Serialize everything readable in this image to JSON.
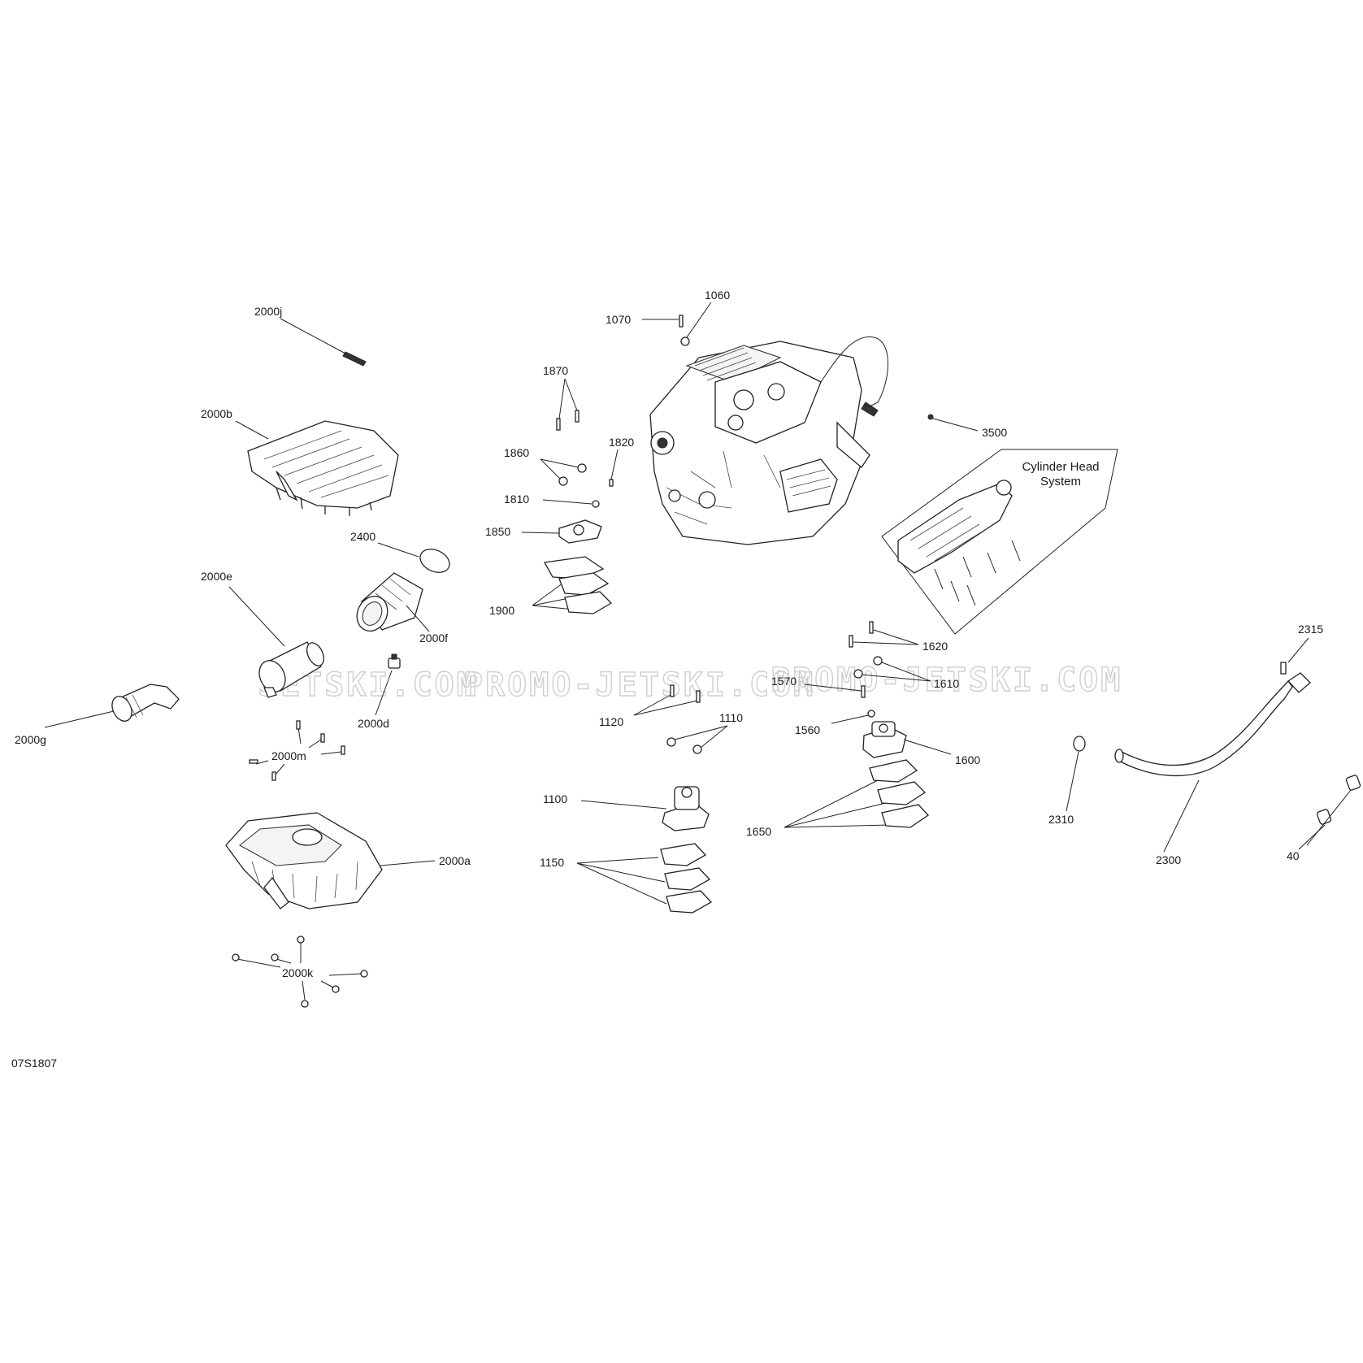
{
  "diagram_code": "07S1807",
  "subsystem_label": "Cylinder Head System",
  "subsystem_label_lines": [
    "Cylinder Head",
    "System"
  ],
  "watermark": "PROMO-JETSKI.COM",
  "watermark_partial": "JETSKI.COM",
  "colors": {
    "ink": "#222222",
    "watermark": "#cfcfcf",
    "background": "#ffffff"
  },
  "callouts": {
    "c1060": "1060",
    "c1070": "1070",
    "c1870": "1870",
    "c1820": "1820",
    "c1860": "1860",
    "c1810": "1810",
    "c1850": "1850",
    "c1900": "1900",
    "c3500": "3500",
    "c2000j": "2000j",
    "c2000b": "2000b",
    "c2400": "2400",
    "c2000e": "2000e",
    "c2000f": "2000f",
    "c2000d": "2000d",
    "c2000g": "2000g",
    "c2000m": "2000m",
    "c2000a": "2000a",
    "c2000k": "2000k",
    "c1620": "1620",
    "c1570": "1570",
    "c1610": "1610",
    "c1560": "1560",
    "c1600": "1600",
    "c1650": "1650",
    "c1120": "1120",
    "c1110": "1110",
    "c1100": "1100",
    "c1150": "1150",
    "c2315": "2315",
    "c2310": "2310",
    "c2300": "2300",
    "c40": "40"
  }
}
